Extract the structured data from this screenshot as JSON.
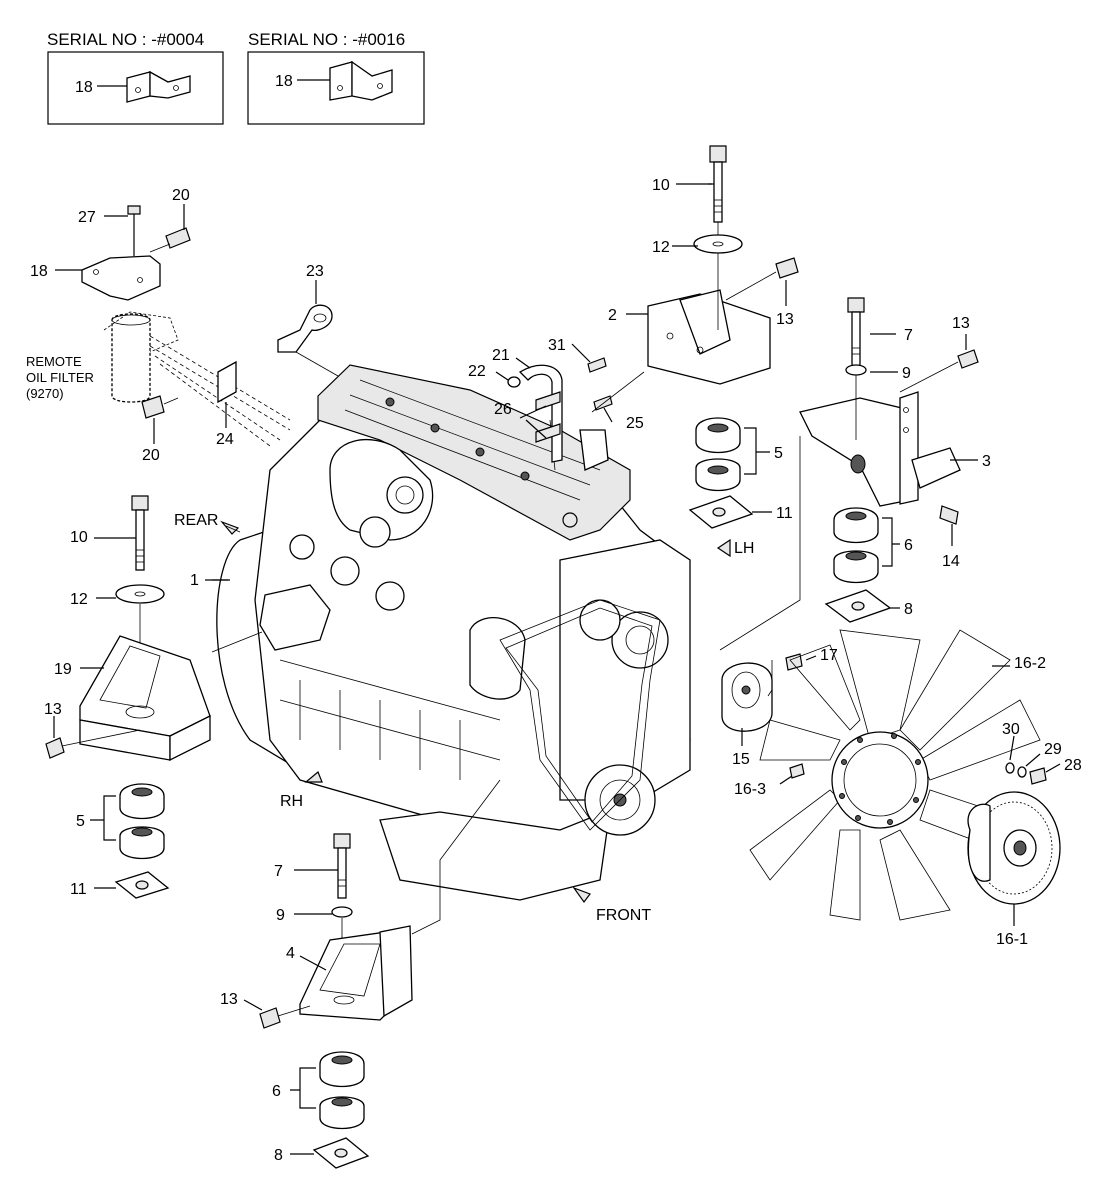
{
  "insets": [
    {
      "serial": "SERIAL NO : -#0004",
      "part": "18"
    },
    {
      "serial": "SERIAL NO : -#0016",
      "part": "18"
    }
  ],
  "notes": {
    "remote_filter_l1": "REMOTE",
    "remote_filter_l2": "OIL FILTER",
    "remote_filter_l3": "(9270)"
  },
  "directions": {
    "rear": "REAR",
    "lh": "LH",
    "rh": "RH",
    "front": "FRONT"
  },
  "callouts": {
    "c1": "1",
    "c2": "2",
    "c3": "3",
    "c4": "4",
    "c5a": "5",
    "c5b": "5",
    "c6a": "6",
    "c6b": "6",
    "c7a": "7",
    "c7b": "7",
    "c8a": "8",
    "c8b": "8",
    "c9a": "9",
    "c9b": "9",
    "c10a": "10",
    "c10b": "10",
    "c11a": "11",
    "c11b": "11",
    "c12a": "12",
    "c12b": "12",
    "c13a": "13",
    "c13b": "13",
    "c13c": "13",
    "c13d": "13",
    "c14": "14",
    "c15": "15",
    "c16_1": "16-1",
    "c16_2": "16-2",
    "c16_3": "16-3",
    "c17": "17",
    "c18": "18",
    "c19": "19",
    "c20a": "20",
    "c20b": "20",
    "c21": "21",
    "c22": "22",
    "c23": "23",
    "c24": "24",
    "c25": "25",
    "c26": "26",
    "c27": "27",
    "c28": "28",
    "c29": "29",
    "c30": "30",
    "c31": "31"
  }
}
